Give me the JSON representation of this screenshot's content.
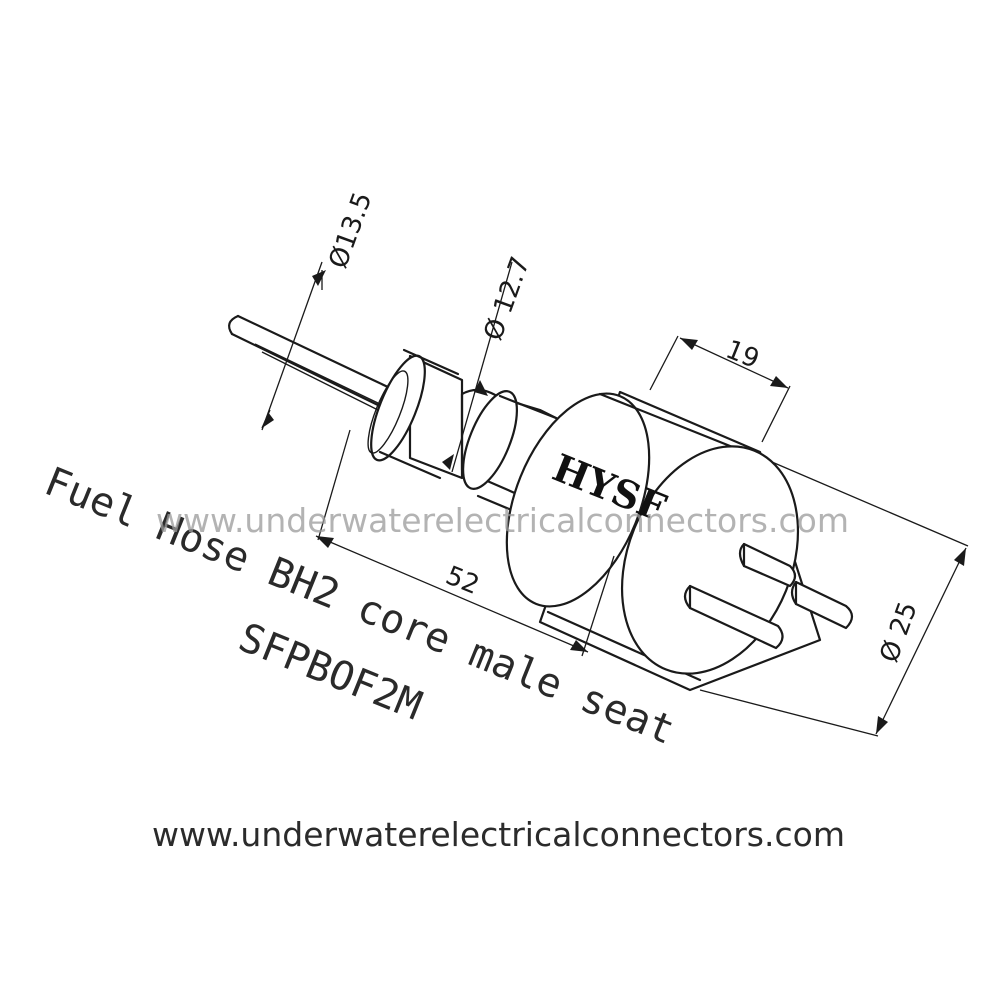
{
  "brand": "HYSF",
  "title_line1": "Fuel Hose BH2 core male seat",
  "title_line2": "SFPBOF2M",
  "dimensions": {
    "d_cable": "Ø13.5",
    "d_neck": "Ø 12.7",
    "length_front": "19",
    "length_total": "52",
    "d_body": "Ø 25"
  },
  "watermark_overlay": "www.underwaterelectricalconnectors.com",
  "watermark_footer": "www.underwaterelectricalconnectors.com"
}
